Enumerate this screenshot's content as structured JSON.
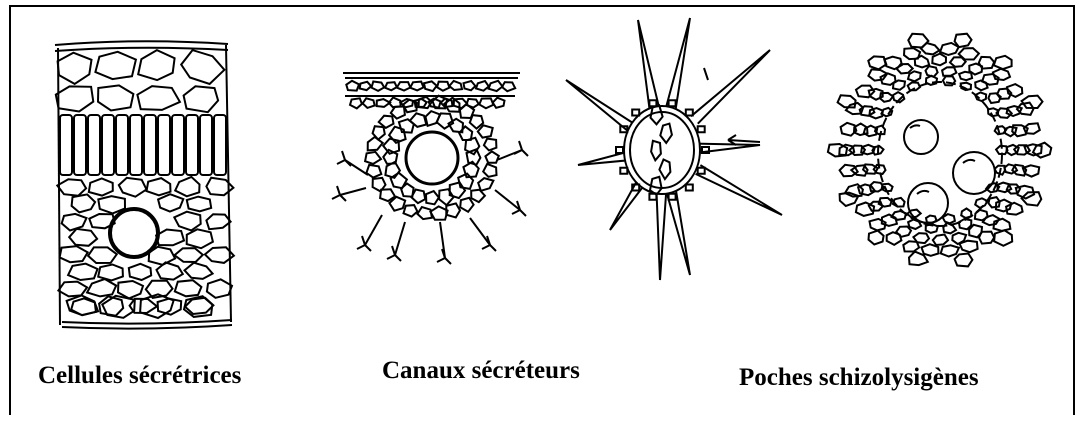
{
  "figure": {
    "panels": [
      {
        "caption": "Cellules sécrétrices"
      },
      {
        "caption": "Canaux sécréteurs"
      },
      {
        "caption": "Poches schizolysigènes"
      }
    ],
    "colors": {
      "line": "#000000",
      "background": "#ffffff"
    }
  }
}
